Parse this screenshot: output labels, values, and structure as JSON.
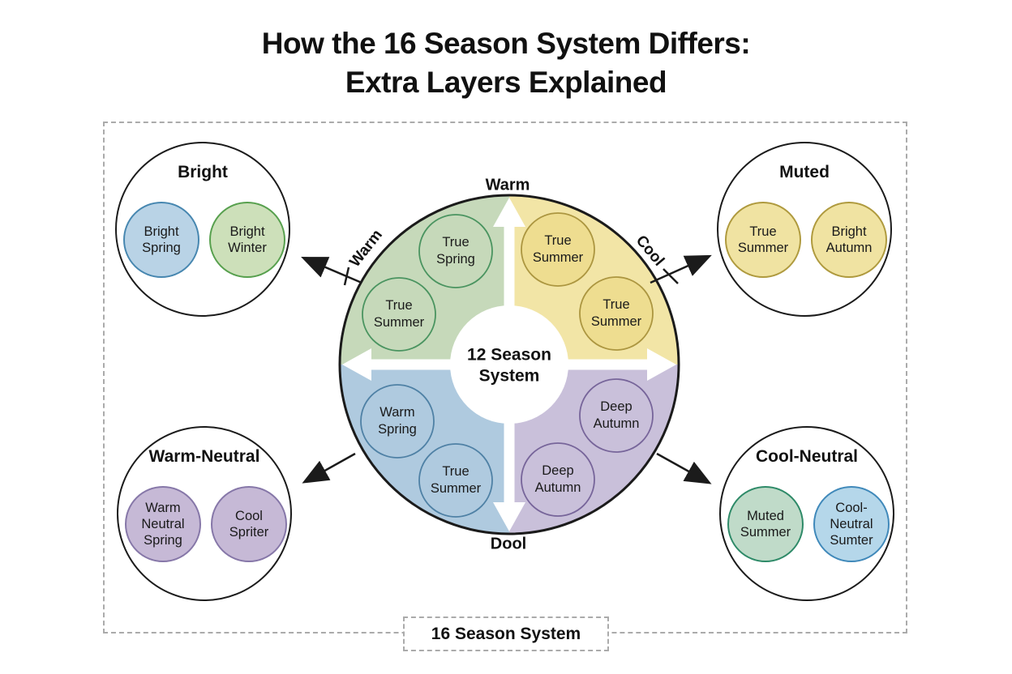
{
  "title": {
    "line1": "How the 16 Season System Differs:",
    "line2": "Extra Layers Explained"
  },
  "wheel": {
    "center_label": "12 Season System",
    "axis_labels": {
      "top": "Warm",
      "edge_left": "Warm",
      "edge_right": "Cool",
      "bottom": "Dool"
    },
    "quadrants": [
      {
        "id": "top-left",
        "color": "#c6d9ba",
        "circle_stroke": "#4a9460",
        "circles": [
          "True Spring",
          "True Summer"
        ]
      },
      {
        "id": "top-right",
        "color": "#f2e5a6",
        "circle_fill": "#eedd90",
        "circle_stroke": "#ac9640",
        "circles": [
          "True Summer",
          "True Summer"
        ]
      },
      {
        "id": "bottom-left",
        "color": "#afcadf",
        "circle_stroke": "#4f81a5",
        "circles": [
          "Warm Spring",
          "True Summer"
        ]
      },
      {
        "id": "bottom-right",
        "color": "#c9c0da",
        "circle_stroke": "#77659a",
        "circles": [
          "Deep Autumn",
          "Deep Autumn"
        ]
      }
    ]
  },
  "satellites": [
    {
      "title": "Bright",
      "position": "top-left",
      "circles": [
        {
          "label": "Bright Spring",
          "fill": "#b9d3e6",
          "stroke": "#4787b0"
        },
        {
          "label": "Bright Winter",
          "fill": "#cde0ba",
          "stroke": "#57a04e"
        }
      ]
    },
    {
      "title": "Muted",
      "position": "top-right",
      "circles": [
        {
          "label": "True Summer",
          "fill": "#f0e3a2",
          "stroke": "#af9a3e"
        },
        {
          "label": "Bright Autumn",
          "fill": "#f0e3a2",
          "stroke": "#af9a3e"
        }
      ]
    },
    {
      "title": "Warm-Neutral",
      "position": "bottom-left",
      "circles": [
        {
          "label": "Warm Neutral Spring",
          "fill": "#c6b9d6",
          "stroke": "#8677a8"
        },
        {
          "label": "Cool Spriter",
          "fill": "#c6b9d6",
          "stroke": "#8677a8"
        }
      ]
    },
    {
      "title": "Cool-Neutral",
      "position": "bottom-right",
      "circles": [
        {
          "label": "Muted Summer",
          "fill": "#c0dbc9",
          "stroke": "#2e8a68"
        },
        {
          "label": "Cool-Neutral Sumter",
          "fill": "#b5d7ea",
          "stroke": "#4089ba"
        }
      ]
    }
  ],
  "footer": {
    "label": "16 Season System"
  },
  "colors": {
    "outline": "#1b1b1b",
    "dashed_border": "#ababab",
    "cross_arrows": "#ffffff"
  }
}
